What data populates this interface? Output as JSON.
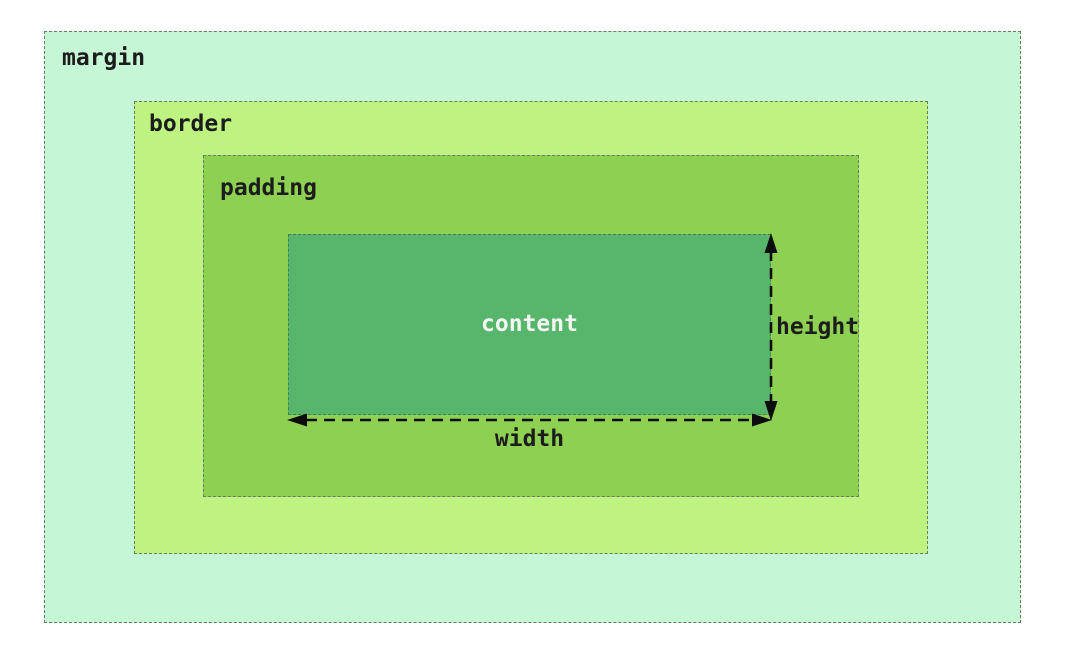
{
  "diagram": {
    "margin_label": "margin",
    "border_label": "border",
    "padding_label": "padding",
    "content_label": "content",
    "height_label": "height",
    "width_label": "width"
  },
  "colors": {
    "page-bg": "#ffffff",
    "margin-fill": "#c5f6d6",
    "border-fill": "#bef382",
    "padding-fill": "#8ed052",
    "content-fill": "#57b56c",
    "dash-border": "#6d7a6d",
    "arrow": "#0d0d0d",
    "label-text": "#1c1c1c",
    "content-text": "#f2f7f2"
  }
}
